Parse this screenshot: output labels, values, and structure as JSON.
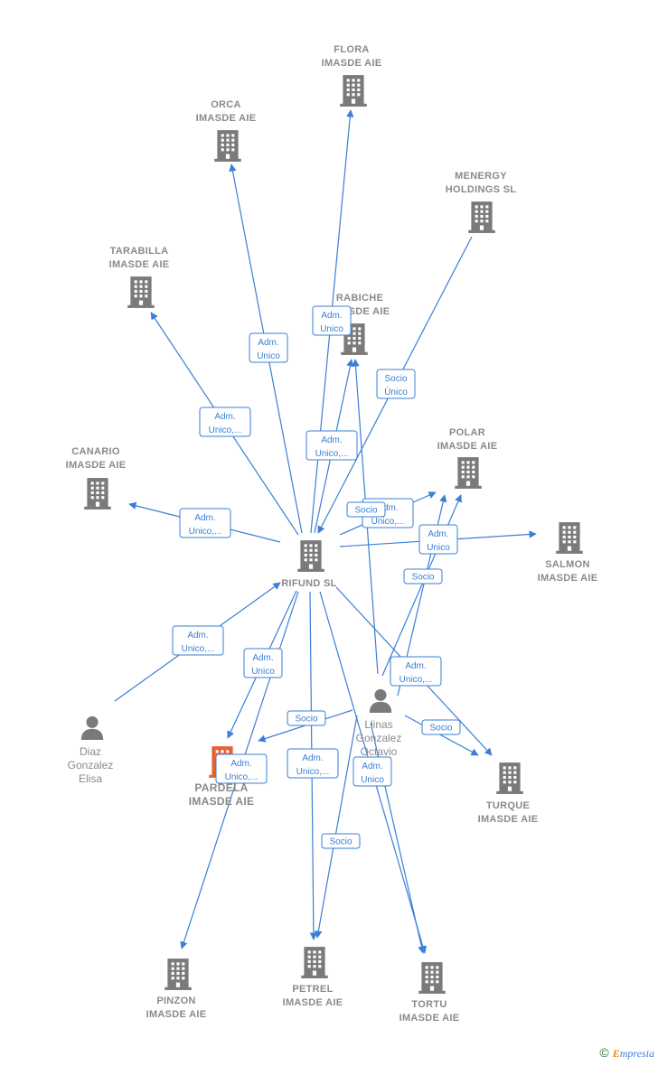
{
  "nodes": [
    {
      "id": "flora",
      "type": "company",
      "lines": [
        "FLORA",
        "IMASDE  AIE"
      ]
    },
    {
      "id": "orca",
      "type": "company",
      "lines": [
        "ORCA",
        "IMASDE  AIE"
      ]
    },
    {
      "id": "menergy",
      "type": "company",
      "lines": [
        "MENERGY",
        "HOLDINGS  SL"
      ]
    },
    {
      "id": "tarabilla",
      "type": "company",
      "lines": [
        "TARABILLA",
        "IMASDE  AIE"
      ]
    },
    {
      "id": "rabiche",
      "type": "company",
      "lines": [
        "RABICHE",
        "IMASDE  AIE"
      ]
    },
    {
      "id": "polar",
      "type": "company",
      "lines": [
        "POLAR",
        "IMASDE  AIE"
      ]
    },
    {
      "id": "canario",
      "type": "company",
      "lines": [
        "CANARIO",
        "IMASDE  AIE"
      ]
    },
    {
      "id": "salmon",
      "type": "company",
      "lines": [
        "SALMON",
        "IMASDE  AIE"
      ]
    },
    {
      "id": "rifund",
      "type": "company",
      "lines": [
        "RIFUND  SL"
      ]
    },
    {
      "id": "llinas",
      "type": "person",
      "lines": [
        "Llinas",
        "Gonzalez",
        "Octavio"
      ]
    },
    {
      "id": "diaz",
      "type": "person",
      "lines": [
        "Diaz",
        "Gonzalez",
        "Elisa"
      ]
    },
    {
      "id": "pardela",
      "type": "company",
      "highlight": true,
      "lines": [
        "PARDELA",
        "IMASDE  AIE"
      ]
    },
    {
      "id": "turque",
      "type": "company",
      "lines": [
        "TURQUE",
        "IMASDE  AIE"
      ]
    },
    {
      "id": "pinzon",
      "type": "company",
      "lines": [
        "PINZON",
        "IMASDE  AIE"
      ]
    },
    {
      "id": "petrel",
      "type": "company",
      "lines": [
        "PETREL",
        "IMASDE  AIE"
      ]
    },
    {
      "id": "tortu",
      "type": "company",
      "lines": [
        "TORTU",
        "IMASDE  AIE"
      ]
    }
  ],
  "edges": [
    {
      "from": "rifund",
      "to": "flora",
      "label": [
        "Adm.",
        "Unico"
      ]
    },
    {
      "from": "rifund",
      "to": "orca",
      "label": [
        "Adm.",
        "Unico"
      ]
    },
    {
      "from": "rifund",
      "to": "tarabilla",
      "label": [
        "Adm.",
        "Unico,..."
      ]
    },
    {
      "from": "rifund",
      "to": "canario",
      "label": [
        "Adm.",
        "Unico,..."
      ]
    },
    {
      "from": "rifund",
      "to": "rabiche",
      "label": [
        "Adm.",
        "Unico,..."
      ]
    },
    {
      "from": "menergy",
      "to": "rifund",
      "label": [
        "Socio",
        "Único"
      ]
    },
    {
      "from": "rifund",
      "to": "polar",
      "label": [
        "Adm.",
        "Unico,..."
      ]
    },
    {
      "from": "rifund",
      "to": "salmon",
      "label": [
        "Adm.",
        "Unico"
      ]
    },
    {
      "from": "rifund",
      "to": "turque",
      "label": [
        "Adm.",
        "Unico,..."
      ]
    },
    {
      "from": "rifund",
      "to": "pardela",
      "label": [
        "Adm.",
        "Unico,..."
      ]
    },
    {
      "from": "rifund",
      "to": "petrel",
      "label": [
        "Adm.",
        "Unico,..."
      ]
    },
    {
      "from": "rifund",
      "to": "tortu",
      "label": []
    },
    {
      "from": "rifund",
      "to": "pinzon",
      "label": []
    },
    {
      "from": "diaz",
      "to": "rifund",
      "label": [
        "Adm.",
        "Unico,..."
      ]
    },
    {
      "from": "llinas",
      "to": "rabiche",
      "label": []
    },
    {
      "from": "llinas",
      "to": "polar",
      "label": [
        "Socio"
      ]
    },
    {
      "from": "llinas",
      "to": "pardela",
      "label": [
        "Socio"
      ]
    },
    {
      "from": "llinas",
      "to": "turque",
      "label": [
        "Socio"
      ]
    },
    {
      "from": "llinas",
      "to": "petrel",
      "label": [
        "Socio"
      ]
    },
    {
      "from": "llinas",
      "to": "tortu",
      "label": [
        "Adm.",
        "Unico"
      ]
    },
    {
      "from": "llinas",
      "to": "salmon",
      "label": [
        "Socio"
      ]
    }
  ],
  "extra_labels": [
    {
      "label": [
        "Adm.",
        "Unico"
      ]
    }
  ],
  "colors": {
    "edge": "#3a7fd5",
    "node": "#7a7a7a",
    "highlight": "#e8622f"
  },
  "footer": {
    "copyright": "©",
    "brand_e": "E",
    "brand_rest": "mpresia"
  }
}
